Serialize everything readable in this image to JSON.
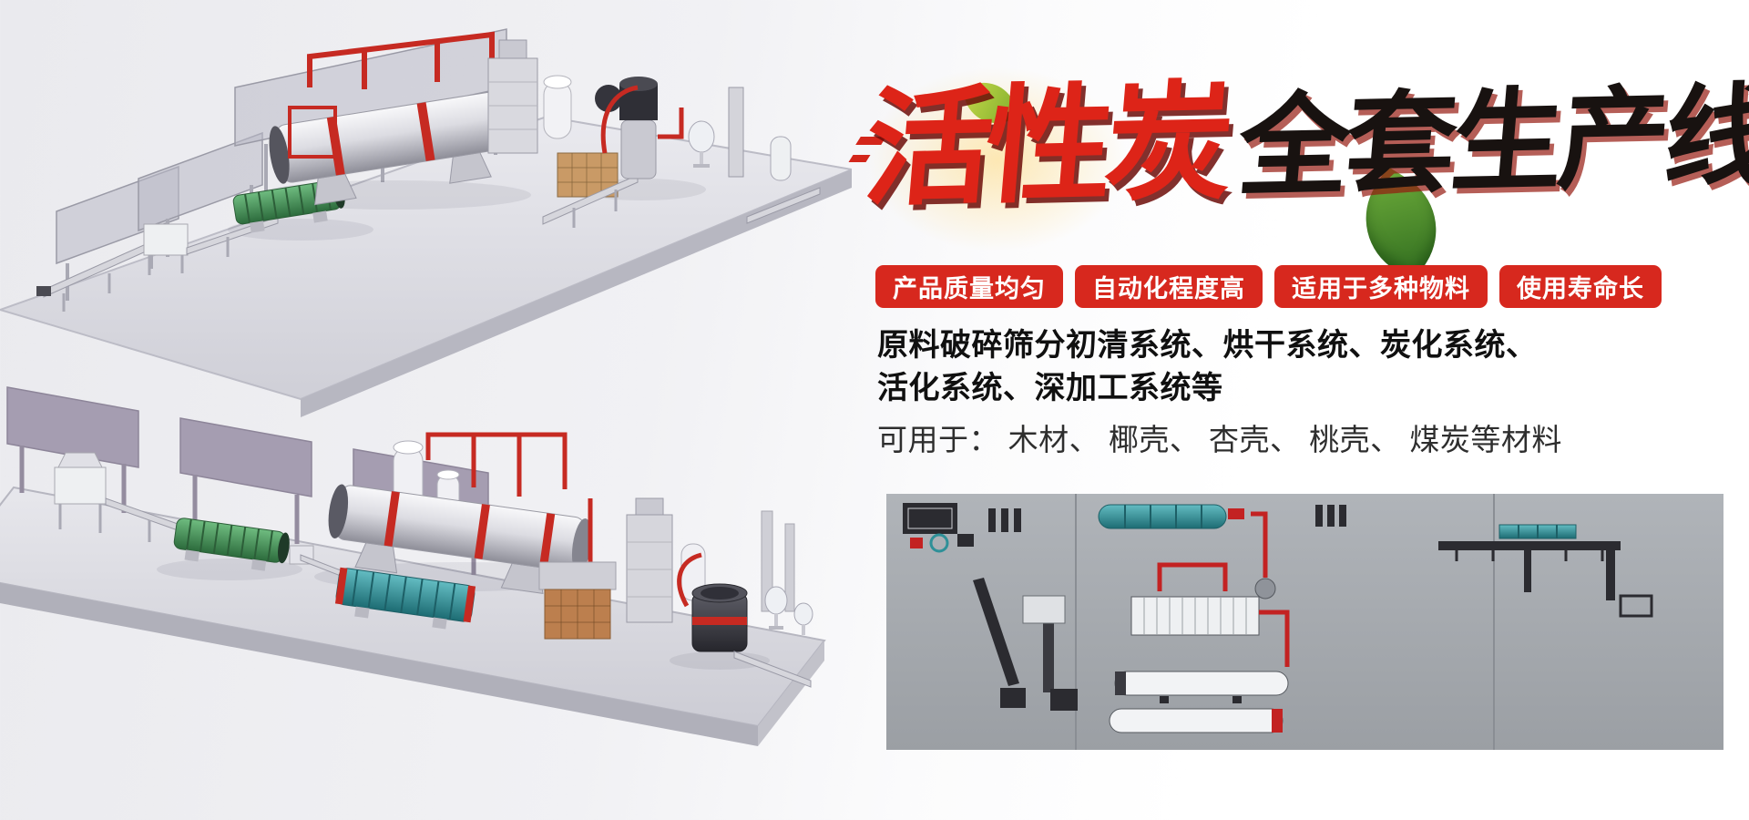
{
  "hero": {
    "title_red": "活性炭",
    "title_black": "全套生产线",
    "badges": [
      {
        "label": "产品质量均匀"
      },
      {
        "label": "自动化程度高"
      },
      {
        "label": "适用于多种物料"
      },
      {
        "label": "使用寿命长"
      }
    ],
    "desc_line1": "原料破碎筛分初清系统、烘干系统、炭化系统、",
    "desc_line2": "活化系统、深加工系统等",
    "materials": "可用于： 木材、 椰壳、 杏壳、 桃壳、 煤炭等材料"
  },
  "illustrations": {
    "top_scene": "activated-carbon-production-line-3d-view-1",
    "bottom_scene": "activated-carbon-production-line-3d-view-2",
    "layout_panel": "production-line-layout-top-view"
  },
  "colors": {
    "badge_red": "#d7281e",
    "title_red": "#dd2418",
    "pipe_red": "#c62a22",
    "drum_green": "#3f8a52",
    "drum_teal": "#2f8f96",
    "platform_gray": "#d9dade",
    "wall_purple": "#a59db1",
    "diagram_bg": "#a8acb1"
  }
}
